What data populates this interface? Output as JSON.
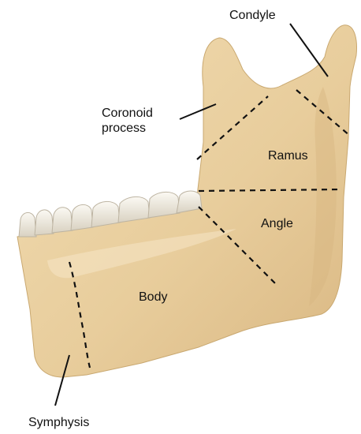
{
  "labels": {
    "condyle": "Condyle",
    "coronoid_line1": "Coronoid",
    "coronoid_line2": "process",
    "ramus": "Ramus",
    "angle": "Angle",
    "body": "Body",
    "symphysis": "Symphysis"
  },
  "colors": {
    "bone": "#e9cfa0",
    "bone_shadow": "#cfae77",
    "bone_highlight": "#f5e3c0",
    "teeth": "#f3efe6",
    "ink": "#111111"
  }
}
